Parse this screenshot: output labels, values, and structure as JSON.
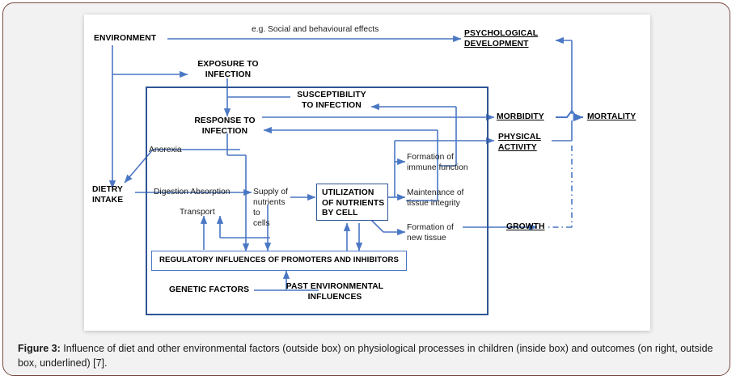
{
  "figure": {
    "caption_label": "Figure 3:",
    "caption_text": " Influence of diet and other environmental factors (outside box) on physiological processes in children (inside box) and outcomes (on right, outside box, underlined) [7]."
  },
  "colors": {
    "card_border": "#7a4a42",
    "card_bg": "#f2f2f2",
    "panel_bg": "#ffffff",
    "arrow_blue": "#4a77c4",
    "inner_box_navy": "#2f5496",
    "text_black": "#000000"
  },
  "diagram": {
    "type": "flow-diagram",
    "title": "Influence of diet and other environmental factors on physiological processes in children",
    "outside_box_nodes": [
      {
        "id": "environment",
        "label": "ENVIRONMENT",
        "style": "bold"
      },
      {
        "id": "exposure-to-infection",
        "label": "EXPOSURE TO\nINFECTION",
        "line1": "EXPOSURE TO",
        "line2": "INFECTION",
        "style": "bold"
      },
      {
        "id": "dietry-intake",
        "label": "DIETRY\nINTAKE",
        "line1": "DIETRY",
        "line2": "INTAKE",
        "style": "bold"
      },
      {
        "id": "social-behavioural-effects",
        "label": "e.g. Social and behavioural effects",
        "style": "handwritten"
      }
    ],
    "inside_box_nodes": [
      {
        "id": "susceptibility-to-infection",
        "line1": "SUSCEPTIBILITY",
        "line2": "TO INFECTION",
        "style": "bold"
      },
      {
        "id": "response-to-infection",
        "line1": "RESPONSE TO",
        "line2": "INFECTION",
        "style": "bold"
      },
      {
        "id": "anorexia",
        "label": "Anorexia",
        "style": "handwritten"
      },
      {
        "id": "digestion-absorption",
        "label": "Digestion Absorption",
        "style": "handwritten"
      },
      {
        "id": "transport",
        "label": "Transport",
        "style": "handwritten"
      },
      {
        "id": "supply-of-nutrients-to-cells",
        "line1": "Supply of",
        "line2": "nutrients to",
        "line3": "cells",
        "style": "handwritten"
      },
      {
        "id": "utilization-of-nutrients-by-cell",
        "line1": "UTILIZATION",
        "line2": "OF NUTRIENTS",
        "line3": "BY CELL",
        "style": "bold-boxed"
      },
      {
        "id": "formation-of-immune-function",
        "line1": "Formation of",
        "line2": "immune function",
        "style": "handwritten"
      },
      {
        "id": "maintenance-of-tissue-integrity",
        "line1": "Maintenance of",
        "line2": "tissue integrity",
        "style": "handwritten"
      },
      {
        "id": "formation-of-new-tissue",
        "line1": "Formation of",
        "line2": "new tissue",
        "style": "handwritten"
      },
      {
        "id": "regulatory-influences",
        "label": "REGULATORY INFLUENCES OF PROMOTERS AND INHIBITORS",
        "style": "bold-boxed"
      },
      {
        "id": "genetic-factors",
        "label": "GENETIC FACTORS",
        "style": "bold"
      },
      {
        "id": "past-environmental-influences",
        "line1": "PAST ENVIRONMENTAL",
        "line2": "INFLUENCES",
        "style": "bold"
      }
    ],
    "outcome_nodes_underlined": [
      {
        "id": "psychological-development",
        "line1": "PSYCHOLOGICAL",
        "line2": "DEVELOPMENT",
        "style": "bold-underlined"
      },
      {
        "id": "morbidity",
        "label": "MORBIDITY",
        "style": "bold-underlined"
      },
      {
        "id": "mortality",
        "label": "MORTALITY",
        "style": "bold-underlined"
      },
      {
        "id": "physical-activity",
        "line1": "PHYSICAL",
        "line2": "ACTIVITY",
        "style": "bold-underlined"
      },
      {
        "id": "growth",
        "label": "GROWTH",
        "style": "bold-underlined"
      }
    ],
    "edges": [
      {
        "from": "environment",
        "to": "psychological-development",
        "label": "e.g. Social and behavioural effects"
      },
      {
        "from": "environment",
        "to": "exposure-to-infection"
      },
      {
        "from": "environment",
        "to": "dietry-intake"
      },
      {
        "from": "exposure-to-infection",
        "to": "response-to-infection"
      },
      {
        "from": "susceptibility-to-infection",
        "to": "exposure-to-infection"
      },
      {
        "from": "response-to-infection",
        "to": "anorexia"
      },
      {
        "from": "response-to-infection",
        "to": "morbidity"
      },
      {
        "from": "dietry-intake",
        "to": "digestion-absorption"
      },
      {
        "from": "digestion-absorption",
        "to": "supply-of-nutrients-to-cells"
      },
      {
        "from": "supply-of-nutrients-to-cells",
        "to": "utilization-of-nutrients-by-cell"
      },
      {
        "from": "utilization-of-nutrients-by-cell",
        "to": "formation-of-immune-function"
      },
      {
        "from": "utilization-of-nutrients-by-cell",
        "to": "maintenance-of-tissue-integrity"
      },
      {
        "from": "utilization-of-nutrients-by-cell",
        "to": "formation-of-new-tissue"
      },
      {
        "from": "formation-of-immune-function",
        "to": "susceptibility-to-infection"
      },
      {
        "from": "maintenance-of-tissue-integrity",
        "to": "response-to-infection"
      },
      {
        "from": "formation-of-new-tissue",
        "to": "growth"
      },
      {
        "from": "formation-of-immune-function",
        "to": "physical-activity"
      },
      {
        "from": "regulatory-influences",
        "to": "utilization-of-nutrients-by-cell"
      },
      {
        "from": "regulatory-influences",
        "to": "transport"
      },
      {
        "from": "genetic-factors",
        "to": "regulatory-influences"
      },
      {
        "from": "past-environmental-influences",
        "to": "regulatory-influences"
      },
      {
        "from": "morbidity",
        "to": "mortality"
      },
      {
        "from": "morbidity",
        "to": "psychological-development"
      },
      {
        "from": "growth",
        "to": "morbidity",
        "style": "dash-dot"
      }
    ]
  }
}
